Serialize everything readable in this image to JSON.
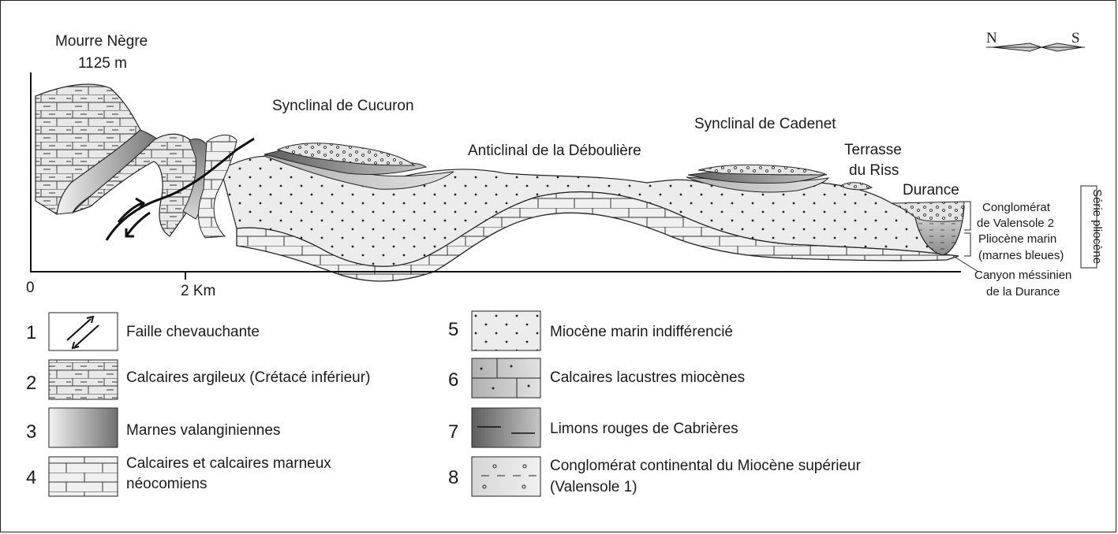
{
  "summit": {
    "name": "Mourre Nègre",
    "elevation": "1125 m"
  },
  "structures": {
    "cucuron": "Synclinal de Cucuron",
    "deboulière": "Anticlinal de la Déboulière",
    "cadenet": "Synclinal de Cadenet",
    "terrasse_line1": "Terrasse",
    "terrasse_line2": "du Riss",
    "durance": "Durance"
  },
  "compass": {
    "north": "N",
    "south": "S"
  },
  "scale": {
    "zero": "0",
    "distance": "2 Km"
  },
  "pliocene_series": {
    "vertical_label": "Série pliocène",
    "conglomerat_line1": "Conglomérat",
    "conglomerat_line2": "de Valensole 2",
    "pliocene_line1": "Pliocène marin",
    "pliocene_line2": "(marnes bleues)",
    "canyon_line1": "Canyon méssinien",
    "canyon_line2": "de la Durance"
  },
  "legend": [
    {
      "num": "1",
      "line1": "Faille chevauchante",
      "line2": "",
      "pattern": "fault"
    },
    {
      "num": "2",
      "line1": "Calcaires argileux (Crétacé inférieur)",
      "line2": "",
      "pattern": "clay-limestone"
    },
    {
      "num": "3",
      "line1": "Marnes valanginiennes",
      "line2": "",
      "pattern": "marl-gradient"
    },
    {
      "num": "4",
      "line1": "Calcaires et calcaires marneux",
      "line2": "néocomiens",
      "pattern": "limestone"
    },
    {
      "num": "5",
      "line1": "Miocène marin indifférencié",
      "line2": "",
      "pattern": "dots"
    },
    {
      "num": "6",
      "line1": "Calcaires lacustres miocènes",
      "line2": "",
      "pattern": "lacustrine"
    },
    {
      "num": "7",
      "line1": "Limons rouges de Cabrières",
      "line2": "",
      "pattern": "silt-dark"
    },
    {
      "num": "8",
      "line1": "Conglomérat continental du Miocène supérieur",
      "line2": "(Valensole 1)",
      "pattern": "conglomerate"
    }
  ],
  "colors": {
    "ink": "#1a1a1a",
    "fill_light": "#ececec",
    "fill_mid": "#c8c8c8",
    "fill_dark": "#6e6e6e"
  }
}
